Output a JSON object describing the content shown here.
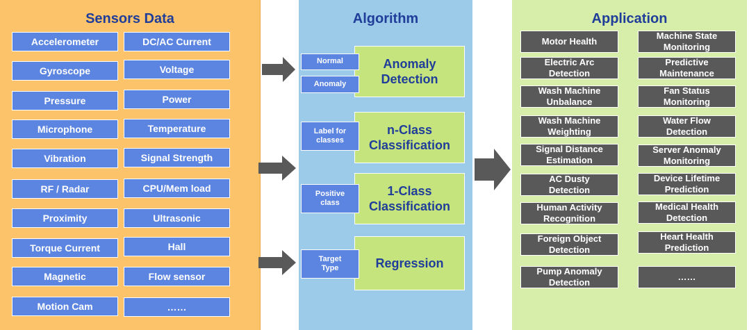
{
  "sensors": {
    "title": "Sensors Data",
    "left": [
      "Accelerometer",
      "Gyroscope",
      "Pressure",
      "Microphone",
      "Vibration",
      "RF / Radar",
      "Proximity",
      "Torque Current",
      "Magnetic",
      "Motion Cam"
    ],
    "right": [
      "DC/AC Current",
      "Voltage",
      "Power",
      "Temperature",
      "Signal Strength",
      "CPU/Mem load",
      "Ultrasonic",
      "Hall",
      "Flow sensor",
      "……"
    ]
  },
  "algorithm": {
    "title": "Algorithm",
    "blocks": [
      "Anomaly\nDetection",
      "n-Class\nClassification",
      "1-Class\nClassification",
      "Regression"
    ],
    "inputs": [
      "Normal",
      "Anomaly",
      "Label for\nclasses",
      "Positive\nclass",
      "Target\nType"
    ]
  },
  "application": {
    "title": "Application",
    "left": [
      "Motor Health",
      "Electric Arc\nDetection",
      "Wash Machine\nUnbalance",
      "Wash Machine\nWeighting",
      "Signal Distance\nEstimation",
      "AC Dusty\nDetection",
      "Human Activity\nRecognition",
      "Foreign Object\nDetection",
      "Pump Anomaly\nDetection"
    ],
    "right": [
      "Machine State\nMonitoring",
      "Predictive\nMaintenance",
      "Fan Status\nMonitoring",
      "Water Flow\nDetection",
      "Server Anomaly\nMonitoring",
      "Device Lifetime\nPrediction",
      "Medical Health\nDetection",
      "Heart Health\nPrediction",
      "……"
    ]
  },
  "colors": {
    "sensor_panel": "#fcc36a",
    "algorithm_panel": "#9ccbea",
    "application_panel": "#d6eeaa",
    "sensor_box": "#5b85e0",
    "algorithm_box": "#c5e47d",
    "application_box": "#595959",
    "title_text": "#1f3d99",
    "arrow": "#595959"
  }
}
